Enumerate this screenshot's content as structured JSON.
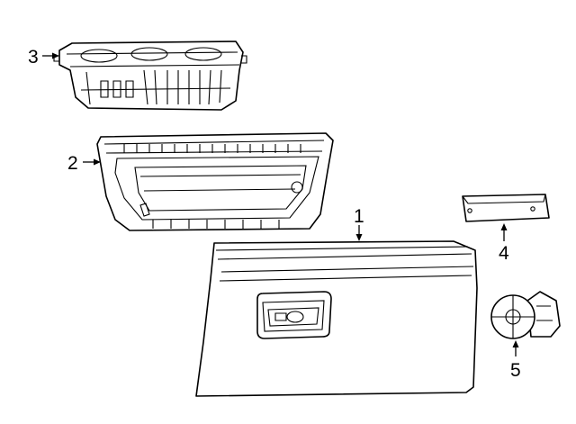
{
  "callouts": [
    {
      "id": "1",
      "label": "1",
      "part": "glove-box-door"
    },
    {
      "id": "2",
      "label": "2",
      "part": "glove-box-bin"
    },
    {
      "id": "3",
      "label": "3",
      "part": "upper-storage-bin"
    },
    {
      "id": "4",
      "label": "4",
      "part": "striker-bracket"
    },
    {
      "id": "5",
      "label": "5",
      "part": "lock-cylinder"
    }
  ],
  "colors": {
    "line": "#000000",
    "background": "#ffffff"
  }
}
